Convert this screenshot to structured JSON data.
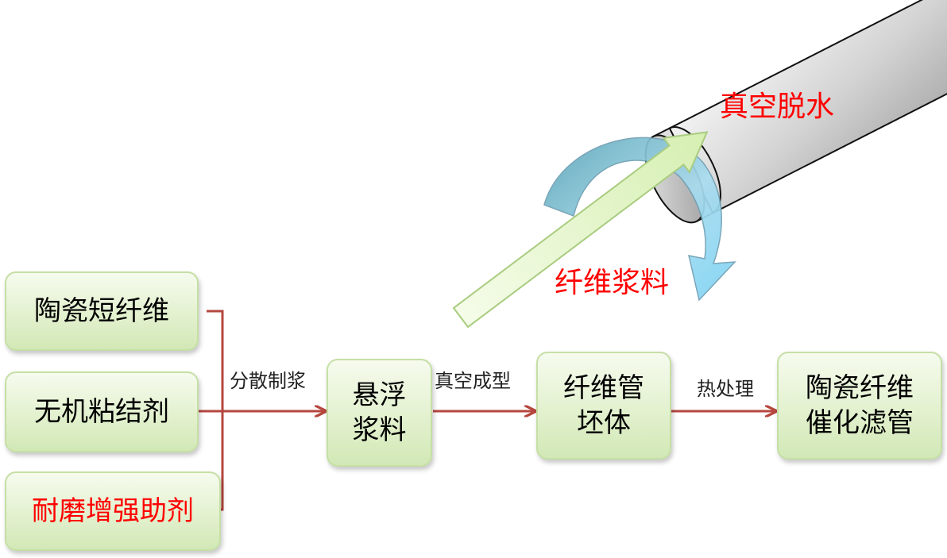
{
  "materials": [
    {
      "label": "陶瓷短纤维",
      "color": "#000000"
    },
    {
      "label": "无机粘结剂",
      "color": "#000000"
    },
    {
      "label": "耐磨增强助剂",
      "color": "#ff0000"
    }
  ],
  "steps": {
    "suspension": {
      "line1": "悬浮",
      "line2": "浆料"
    },
    "green_body": {
      "line1": "纤维管",
      "line2": "坯体"
    },
    "product": {
      "line1": "陶瓷纤维",
      "line2": "催化滤管"
    }
  },
  "edges": {
    "disperse": "分散制浆",
    "forming": "真空成型",
    "heat": "热处理"
  },
  "illustration": {
    "dewatering": "真空脱水",
    "fiber_slurry": "纤维浆料"
  },
  "colors": {
    "box_fill": "#e3f1cf",
    "box_border": "#c5dfa5",
    "connector": "#b5473f",
    "highlight": "#ff0000",
    "cylinder": "#d9d9d9",
    "curved_arrow": "#9ad7f0",
    "slurry_arrow": "#e2f6c6"
  }
}
